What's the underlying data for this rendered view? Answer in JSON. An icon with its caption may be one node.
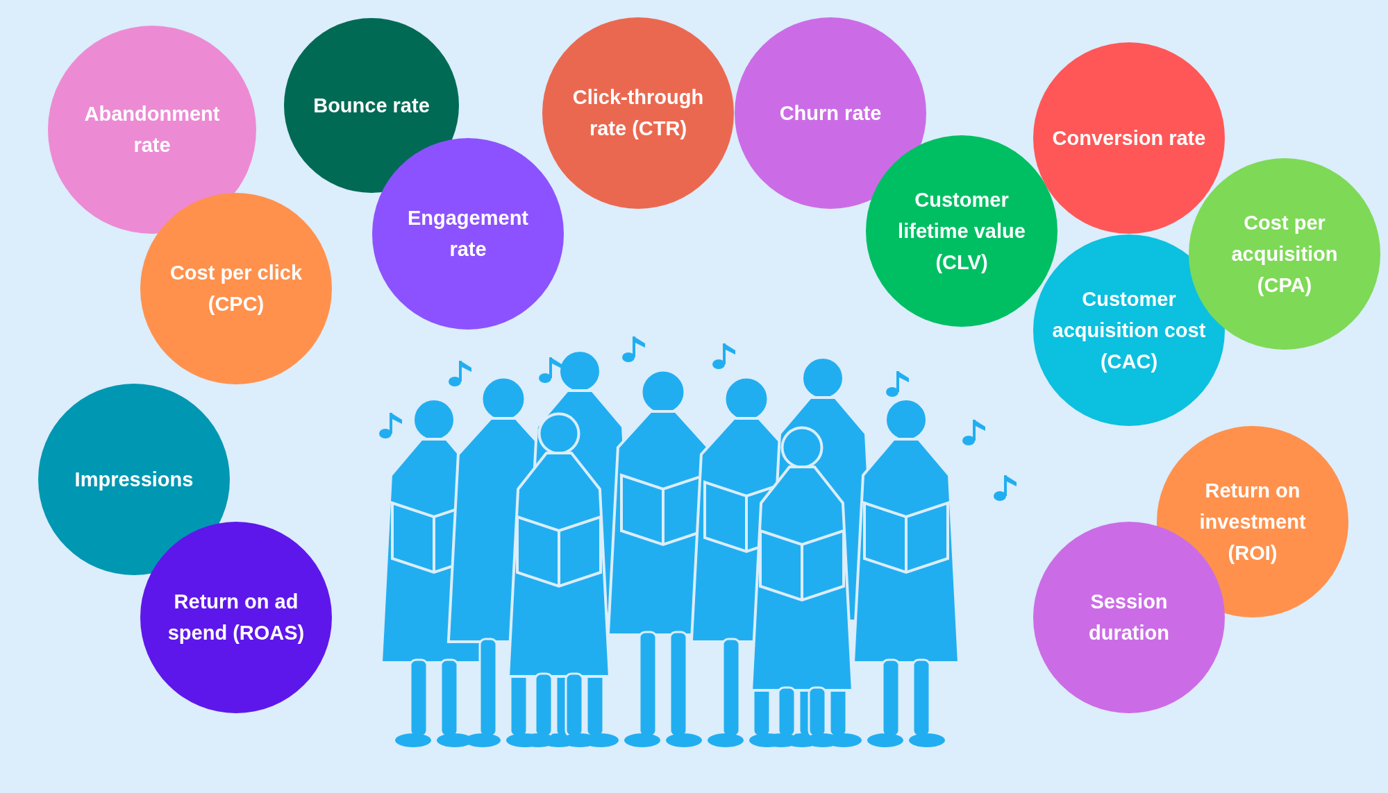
{
  "diagram": {
    "nodes": [
      {
        "text": [
          "Abandonment rate"
        ]
      },
      {
        "text": [
          "Bounce rate"
        ]
      },
      {
        "text": [
          "Engagement rate"
        ]
      },
      {
        "text": [
          "Cost per click (CPC)"
        ]
      },
      {
        "text": [
          "Click-through rate (CTR)"
        ]
      },
      {
        "text": [
          "Churn rate"
        ]
      },
      {
        "text": [
          "Customer lifetime value (CLV)"
        ]
      },
      {
        "text": [
          "Conversion rate"
        ]
      },
      {
        "text": [
          "Customer acquisition cost (CAC)"
        ]
      },
      {
        "text": [
          "Cost per acquisition (CPA)"
        ]
      },
      {
        "text": [
          "Impressions"
        ]
      },
      {
        "text": [
          "Return on ad spend (ROAS)"
        ]
      },
      {
        "text": [
          "Return on investment (ROI)"
        ]
      },
      {
        "text": [
          "Session duration"
        ]
      }
    ]
  }
}
